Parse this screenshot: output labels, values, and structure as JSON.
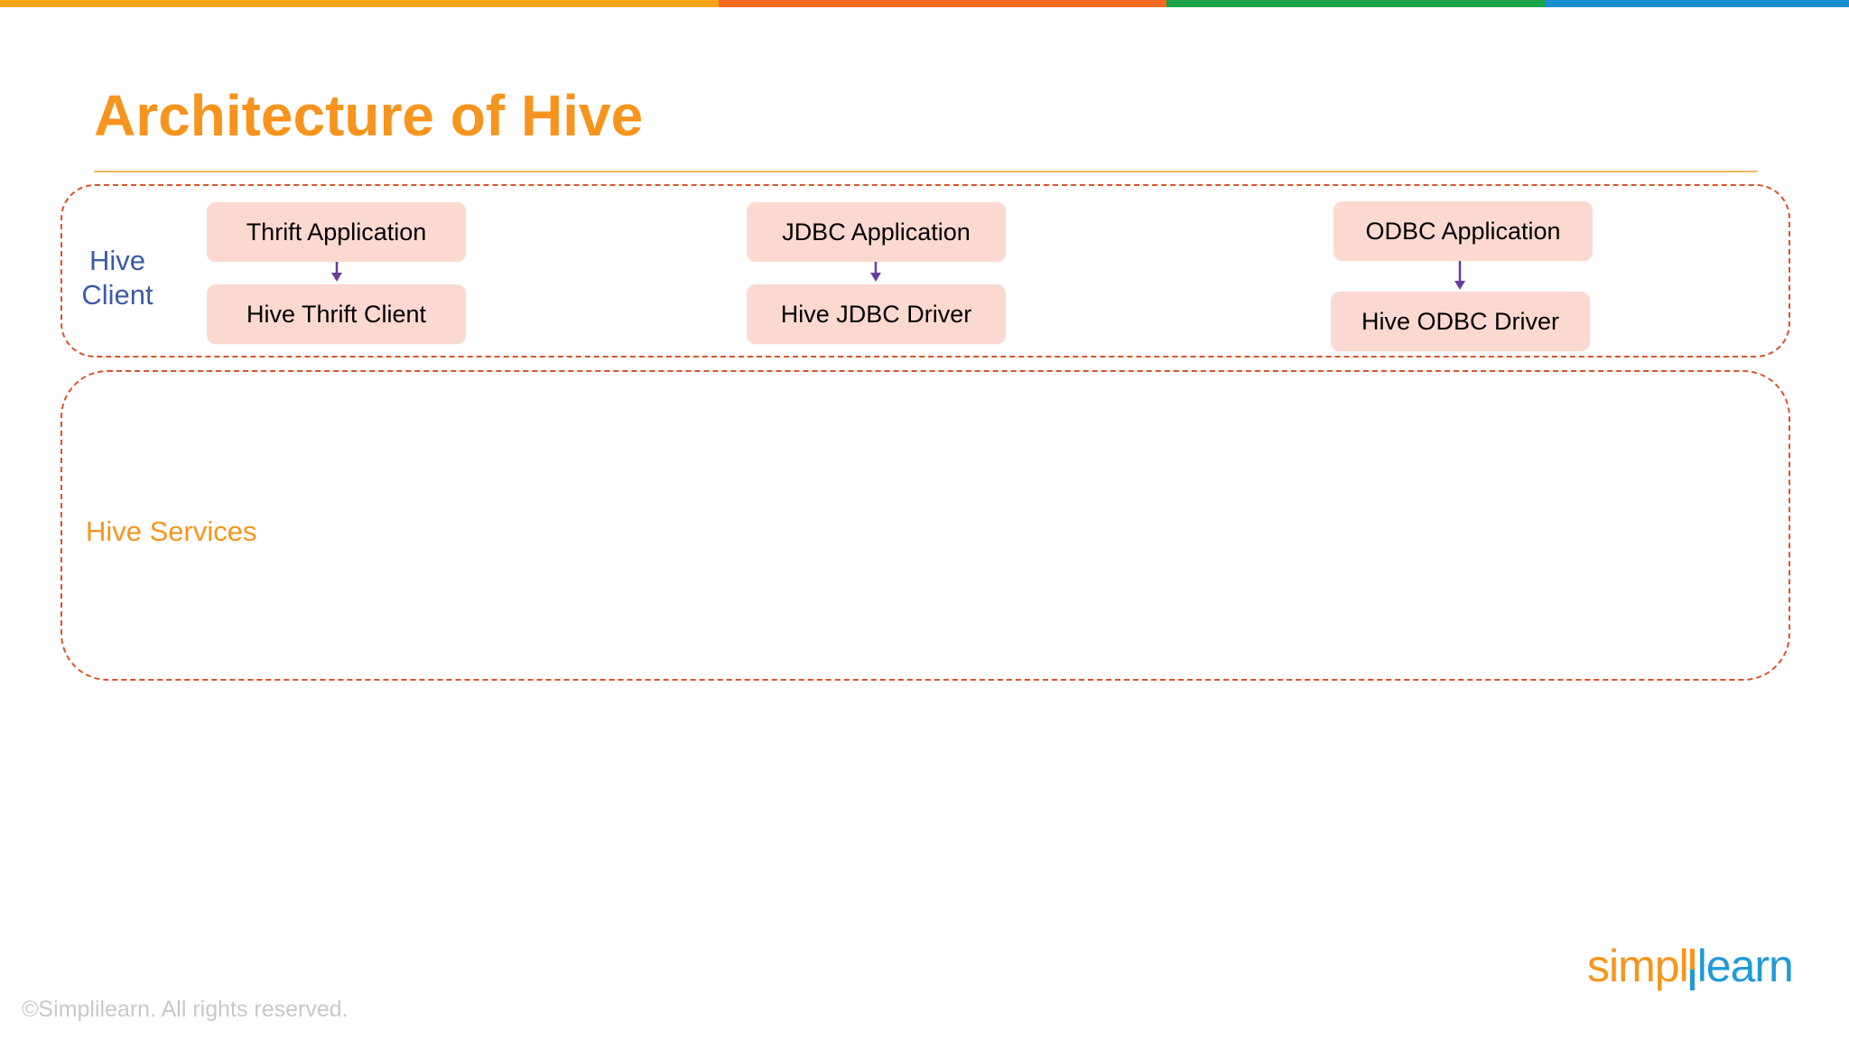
{
  "colors": {
    "title": "#f7941d",
    "rule": "#f4b96a",
    "dashed_border": "#d9532b",
    "client_label": "#3c5aa8",
    "services_label": "#f7941d",
    "node_fill": "#fcd9d0",
    "arrow": "#6a3d9a",
    "footer_text": "#c8c8c8",
    "logo_orange": "#f7941d",
    "logo_blue": "#1f9ad6",
    "topbar": [
      "#f9a51a",
      "#f26b21",
      "#1aa34a",
      "#1a8fd0"
    ]
  },
  "title": "Architecture of Hive",
  "groups": {
    "client_label": "Hive\nClient",
    "services_label": "Hive Services"
  },
  "columns": [
    {
      "application": "Thrift Application",
      "driver": "Hive Thrift Client"
    },
    {
      "application": "JDBC Application",
      "driver": "Hive JDBC Driver"
    },
    {
      "application": "ODBC Application",
      "driver": "Hive ODBC Driver"
    }
  ],
  "logo": {
    "part1": "simpl",
    "part2": "learn"
  },
  "footer": "©Simplilearn. All rights reserved."
}
